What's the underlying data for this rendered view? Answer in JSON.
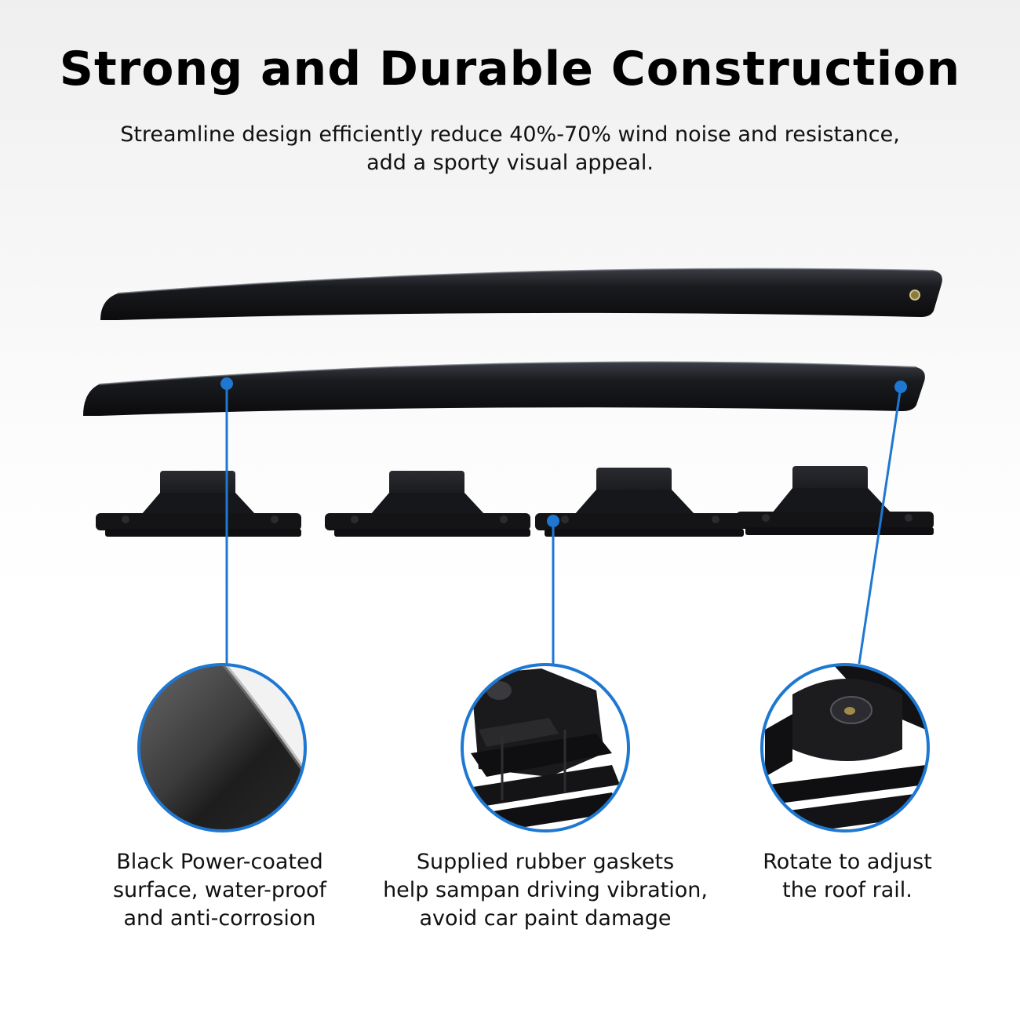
{
  "header": {
    "title": "Strong and Durable Construction",
    "subtitle_lines": [
      "Streamline design efficiently reduce 40%-70% wind noise and resistance,",
      "add a sporty visual appeal."
    ]
  },
  "features": [
    {
      "icon": "textured-surface-closeup",
      "lines": [
        "Black Power-coated",
        "surface, water-proof",
        "and anti-corrosion"
      ]
    },
    {
      "icon": "rubber-gasket-closeup",
      "lines": [
        "Supplied rubber gaskets",
        "help sampan driving vibration,",
        "avoid car paint damage"
      ]
    },
    {
      "icon": "rotate-adjust-closeup",
      "lines": [
        "Rotate to adjust",
        "the roof rail."
      ]
    }
  ],
  "colors": {
    "accent": "#1e78d2",
    "rail": "#141518",
    "text": "#111111"
  }
}
